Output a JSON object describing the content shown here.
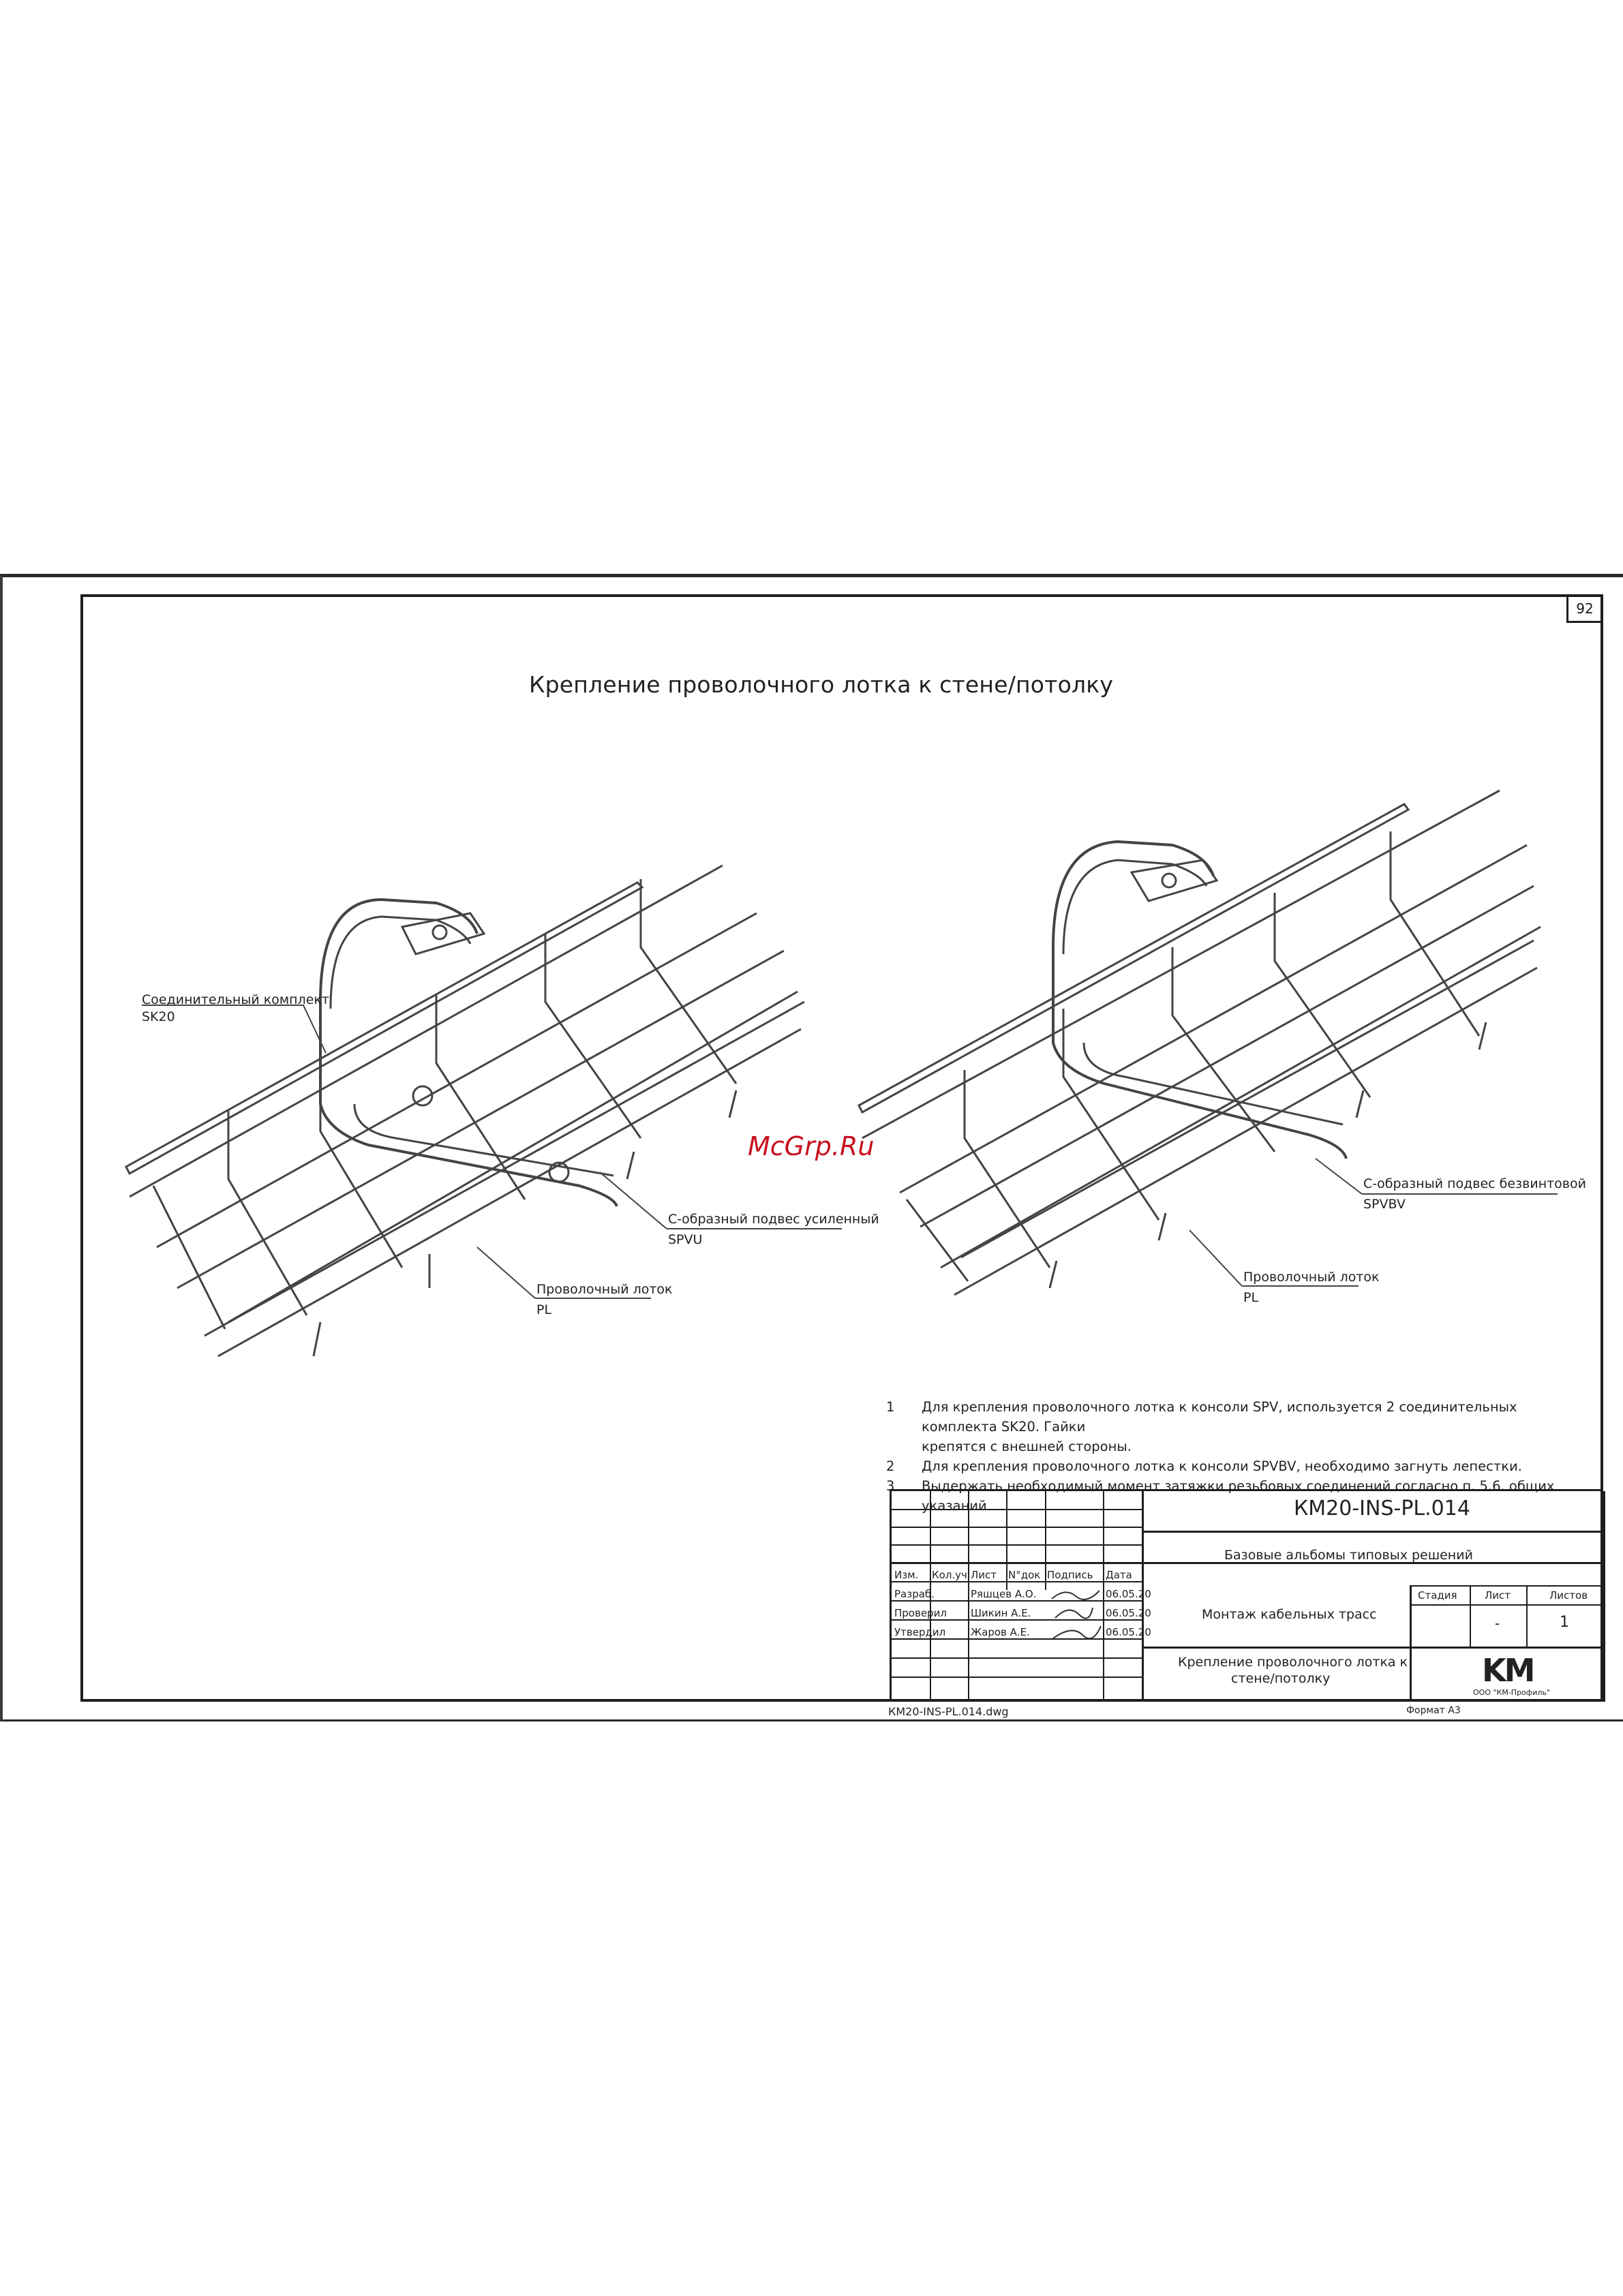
{
  "page_number": "92",
  "title": "Крепление проволочного лотка к стене/потолку",
  "watermark": "McGrp.Ru",
  "callouts": {
    "left_connector_name": "Соединительный комплект",
    "left_connector_code": "SK20",
    "left_hanger_name": "С-образный подвес усиленный",
    "left_hanger_code": "SPVU",
    "left_tray_name": "Проволочный лоток",
    "left_tray_code": "PL",
    "right_hanger_name": "С-образный подвес безвинтовой",
    "right_hanger_code": "SPVBV",
    "right_tray_name": "Проволочный лоток",
    "right_tray_code": "PL"
  },
  "notes": [
    {
      "num": "1",
      "lines": [
        "Для крепления проволочного лотка к консоли SPV, используется 2 соединительных комплекта SK20. Гайки",
        "крепятся с внешней стороны."
      ]
    },
    {
      "num": "2",
      "lines": [
        "Для крепления проволочного лотка к консоли SPVBV, необходимо загнуть лепестки."
      ]
    },
    {
      "num": "3",
      "lines": [
        "Выдержать необходимый момент затяжки резьбовых соединений согласно п. 5.6. общих указаний"
      ]
    }
  ],
  "title_block": {
    "doc_code": "КМ20-INS-PL.014",
    "album": "Базовые альбомы типовых решений",
    "section": "Монтаж кабельных трасс",
    "drawing_name_1": "Крепление проволочного лотка к",
    "drawing_name_2": "стене/потолку",
    "col_headers": [
      "Изм.",
      "Кол.уч",
      "Лист",
      "N°док",
      "Подпись",
      "Дата"
    ],
    "people": [
      {
        "role": "Разраб.",
        "name": "Ряшцев А.О.",
        "date": "06.05.20"
      },
      {
        "role": "Проверил",
        "name": "Шикин А.Е.",
        "date": "06.05.20"
      },
      {
        "role": "Утвердил",
        "name": "Жаров А.Е.",
        "date": "06.05.20"
      }
    ],
    "stage_label": "Стадия",
    "sheet_label": "Лист",
    "sheets_label": "Листов",
    "sheet_value": "-",
    "sheets_value": "1",
    "logo_text": "KM",
    "company": "ООО \"КМ-Профиль\""
  },
  "footer": {
    "file": "КМ20-INS-PL.014.dwg",
    "format": "Формат А3"
  }
}
